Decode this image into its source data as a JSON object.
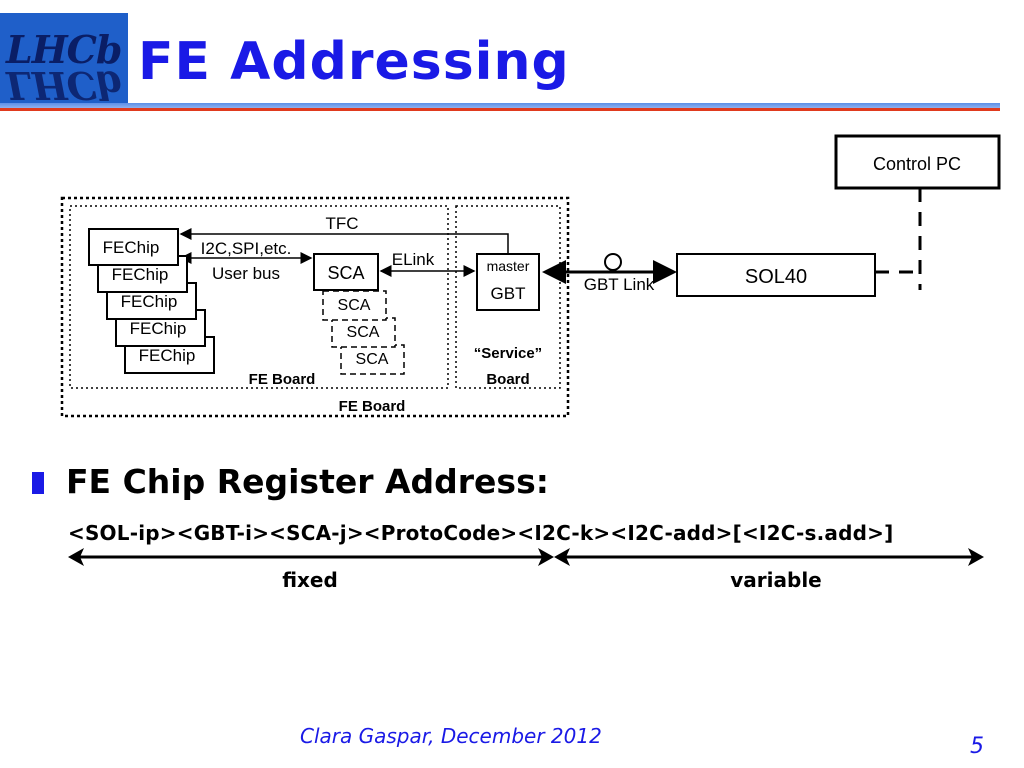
{
  "header": {
    "logo_text": "LHCb",
    "title": "FE Addressing"
  },
  "diagram": {
    "control_pc": "Control PC",
    "sol40": "SOL40",
    "gbt_link": "GBT Link",
    "master": "master",
    "gbt": "GBT",
    "service_board_1": "“Service”",
    "service_board_2": "Board",
    "fe_board_inner": "FE Board",
    "fe_board_outer": "FE Board",
    "tfc": "TFC",
    "elink": "ELink",
    "bus_1": "I2C,SPI,etc.",
    "bus_2": "User bus",
    "sca": "SCA",
    "fechip": "FEChip"
  },
  "content": {
    "bullet_heading": "FE Chip Register Address:",
    "address_format": "<SOL-ip><GBT-i><SCA-j><ProtoCode><I2C-k><I2C-add>[<I2C-s.add>]",
    "fixed_label": "fixed",
    "variable_label": "variable"
  },
  "footer": {
    "author_date": "Clara Gaspar, December 2012",
    "page_number": "5"
  }
}
